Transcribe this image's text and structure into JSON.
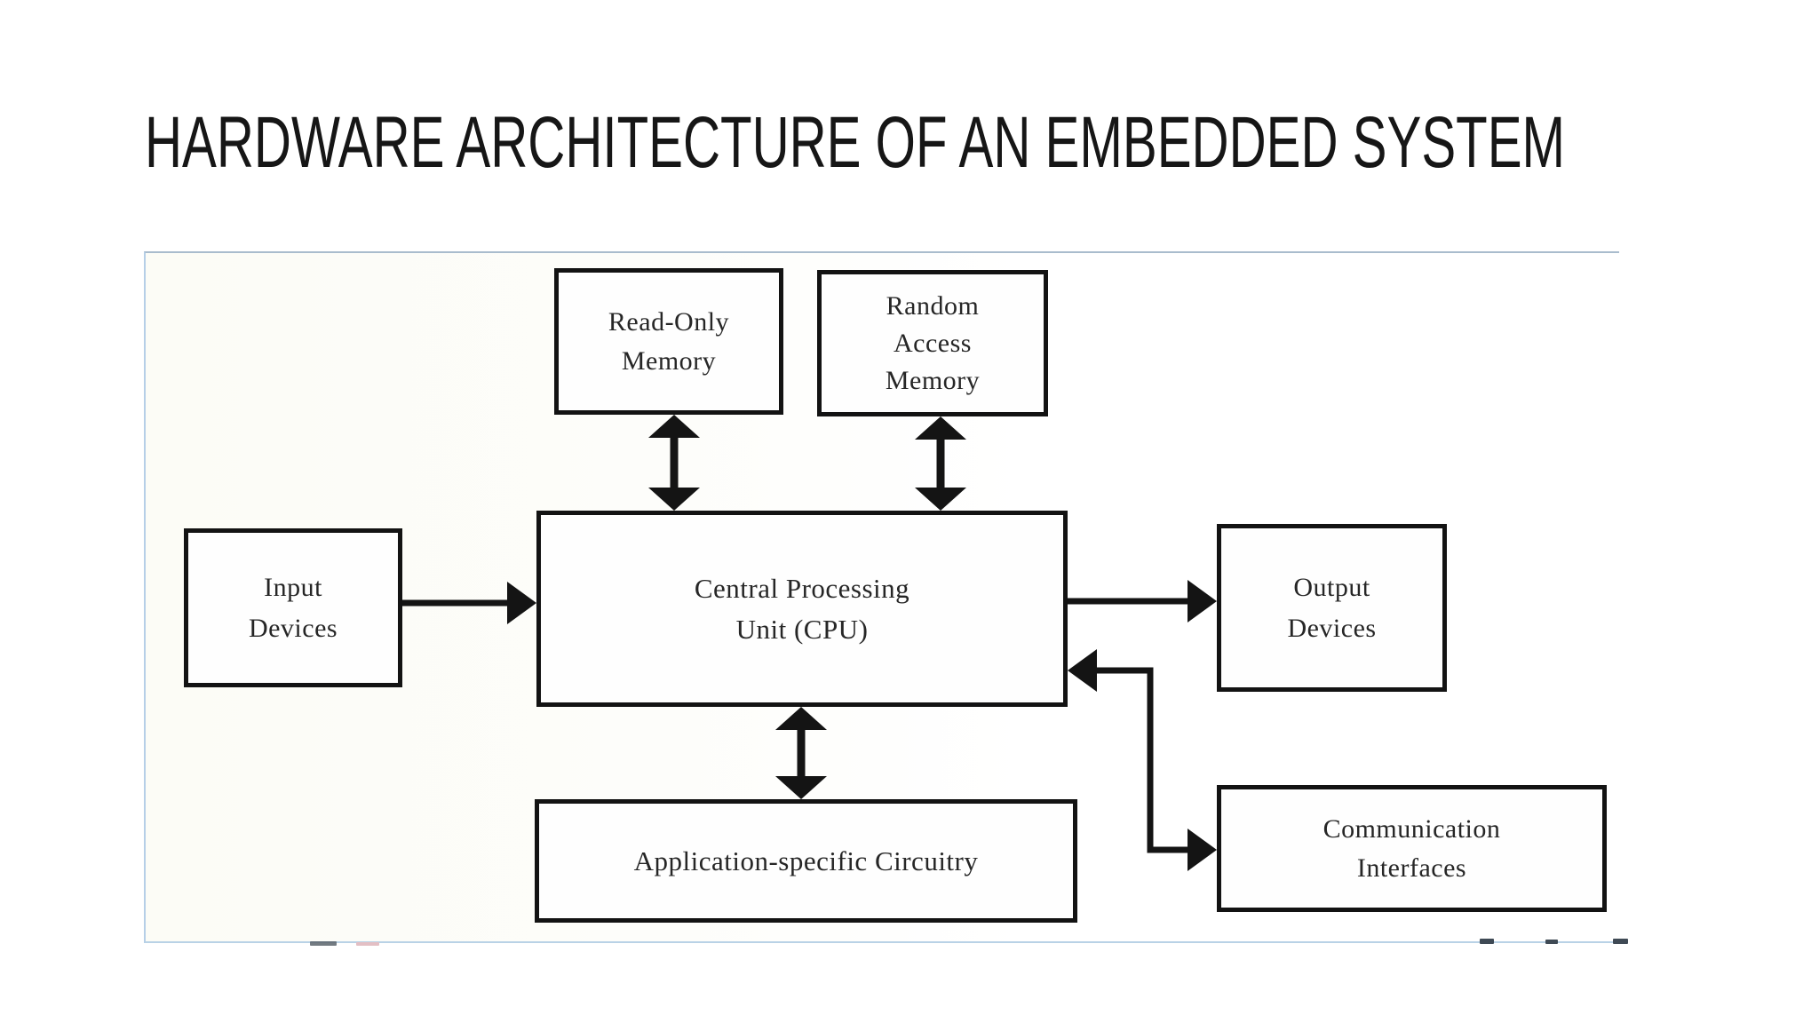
{
  "slide": {
    "title": "HARDWARE ARCHITECTURE OF AN EMBEDDED SYSTEM"
  },
  "diagram": {
    "blocks": {
      "rom": {
        "label": "Read-Only\nMemory"
      },
      "ram": {
        "label": "Random\nAccess\nMemory"
      },
      "input": {
        "label": "Input\nDevices"
      },
      "cpu": {
        "label": "Central Processing\nUnit (CPU)"
      },
      "output": {
        "label": "Output\nDevices"
      },
      "asic": {
        "label": "Application-specific Circuitry"
      },
      "comm": {
        "label": "Communication\nInterfaces"
      }
    },
    "edges": [
      {
        "between": [
          "Read-Only Memory",
          "Central Processing Unit (CPU)"
        ],
        "direction": "bidirectional",
        "style": "straight-vertical"
      },
      {
        "between": [
          "Random Access Memory",
          "Central Processing Unit (CPU)"
        ],
        "direction": "bidirectional",
        "style": "straight-vertical"
      },
      {
        "from": "Input Devices",
        "to": "Central Processing Unit (CPU)",
        "direction": "one-way",
        "style": "straight-horizontal"
      },
      {
        "from": "Central Processing Unit (CPU)",
        "to": "Output Devices",
        "direction": "one-way",
        "style": "straight-horizontal"
      },
      {
        "between": [
          "Central Processing Unit (CPU)",
          "Application-specific Circuitry"
        ],
        "direction": "bidirectional",
        "style": "straight-vertical"
      },
      {
        "between": [
          "Central Processing Unit (CPU)",
          "Communication Interfaces"
        ],
        "direction": "bidirectional",
        "style": "elbow"
      }
    ],
    "colors": {
      "box_border": "#131313",
      "arrow": "#141414",
      "frame_border": "#b6cfe7",
      "text": "#262626",
      "title": "#161616",
      "background": "#ffffff"
    }
  }
}
